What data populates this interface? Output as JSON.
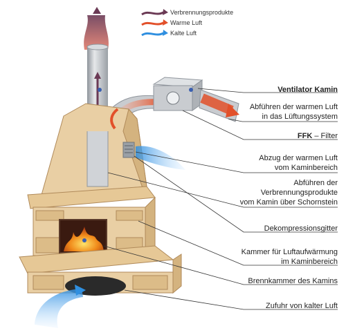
{
  "legend": [
    {
      "label": "Verbrennungsprodukte",
      "color": "#6b3a55"
    },
    {
      "label": "Warme Luft",
      "color": "#e2502a"
    },
    {
      "label": "Kalte Luft",
      "color": "#2f8fe0"
    }
  ],
  "callouts": [
    {
      "bold": "Ventilator Kamin",
      "text": ""
    },
    {
      "bold": "",
      "text": "Abführen der warmen Luft\nin das Lüftungssystem"
    },
    {
      "bold": "FFK",
      "text": " – Filter"
    },
    {
      "bold": "",
      "text": "Abzug der warmen Luft\nvom Kaminbereich"
    },
    {
      "bold": "",
      "text": "Abführen der\nVerbrennungsprodukte\nvom Kamin über Schornstein"
    },
    {
      "bold": "",
      "text": "Dekompressionsgitter"
    },
    {
      "bold": "",
      "text": "Kammer für Luftaufwärmung\nim Kaminbereich"
    },
    {
      "bold": "",
      "text": "Brennkammer des Kamins"
    },
    {
      "bold": "",
      "text": "Zufuhr von kalter Luft"
    }
  ],
  "colors": {
    "stone": "#e9cfa4",
    "stone_dark": "#c9a373",
    "pipe": "#b8bcc2",
    "fire": "#f08a1a",
    "cold": "#2f8fe0",
    "warm": "#e2502a",
    "smoke": "#6b3a55"
  }
}
